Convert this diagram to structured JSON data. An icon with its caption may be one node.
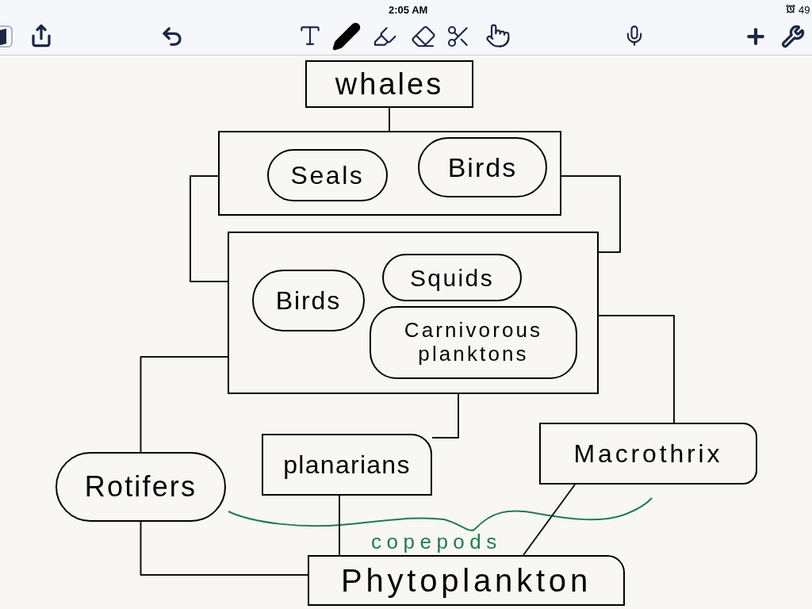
{
  "diagram": {
    "nodes": [
      {
        "text": [
          "whales"
        ]
      },
      {
        "text": [],
        "shape": "box"
      },
      {
        "text": [
          "Seals"
        ],
        "in": 1
      },
      {
        "text": [
          "Birds"
        ],
        "in": 1
      },
      {
        "text": [],
        "shape": "box"
      },
      {
        "text": [
          "Birds"
        ],
        "in": 4
      },
      {
        "text": [
          "Squids"
        ],
        "in": 4
      },
      {
        "text": [
          "Carnivorous planktons"
        ],
        "in": 4
      },
      {
        "text": [
          "Rotifers"
        ]
      },
      {
        "text": [
          "planarians"
        ]
      },
      {
        "text": [
          "Macrothrix"
        ]
      },
      {
        "text": [
          "Phytoplankton"
        ]
      }
    ],
    "edges": [
      {
        "from": 0,
        "to": 1,
        "arrow": "none"
      },
      {
        "from": 1,
        "to": 4,
        "arrow": "none"
      },
      {
        "from": 1,
        "to": 4,
        "arrow": "none"
      },
      {
        "from": 4,
        "to": 8,
        "arrow": "none"
      },
      {
        "from": 4,
        "to": 9,
        "arrow": "none"
      },
      {
        "from": 4,
        "to": 10,
        "arrow": "none"
      },
      {
        "from": 8,
        "to": 11,
        "arrow": "none"
      },
      {
        "from": 9,
        "to": 11,
        "arrow": "none"
      },
      {
        "from": 10,
        "to": 11,
        "arrow": "none"
      }
    ],
    "labels": [
      "2:05 AM",
      "49",
      "copepods"
    ]
  }
}
